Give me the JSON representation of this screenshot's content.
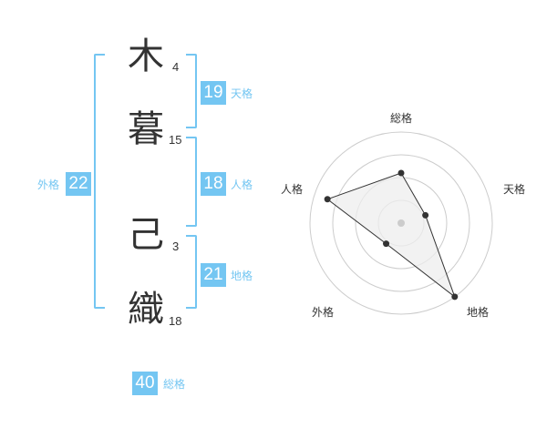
{
  "name": {
    "characters": [
      {
        "char": "木",
        "strokes": "4"
      },
      {
        "char": "暮",
        "strokes": "15"
      },
      {
        "char": "己",
        "strokes": "3"
      },
      {
        "char": "織",
        "strokes": "18"
      }
    ]
  },
  "grades": {
    "tenkaku": {
      "value": "19",
      "label": "天格"
    },
    "jinkaku": {
      "value": "18",
      "label": "人格"
    },
    "chikaku": {
      "value": "21",
      "label": "地格"
    },
    "gaikaku": {
      "value": "22",
      "label": "外格"
    },
    "soukaku": {
      "value": "40",
      "label": "総格"
    }
  },
  "colors": {
    "accent": "#74c6f2",
    "text": "#333333",
    "grid": "#cccccc",
    "fill": "#eeeeee"
  },
  "chart_data": {
    "type": "radar",
    "axes": [
      "総格",
      "天格",
      "地格",
      "外格",
      "人格"
    ],
    "values": [
      0.55,
      0.28,
      1.0,
      0.28,
      0.85
    ],
    "range": [
      0,
      1
    ],
    "rings": 4,
    "grid": true
  }
}
